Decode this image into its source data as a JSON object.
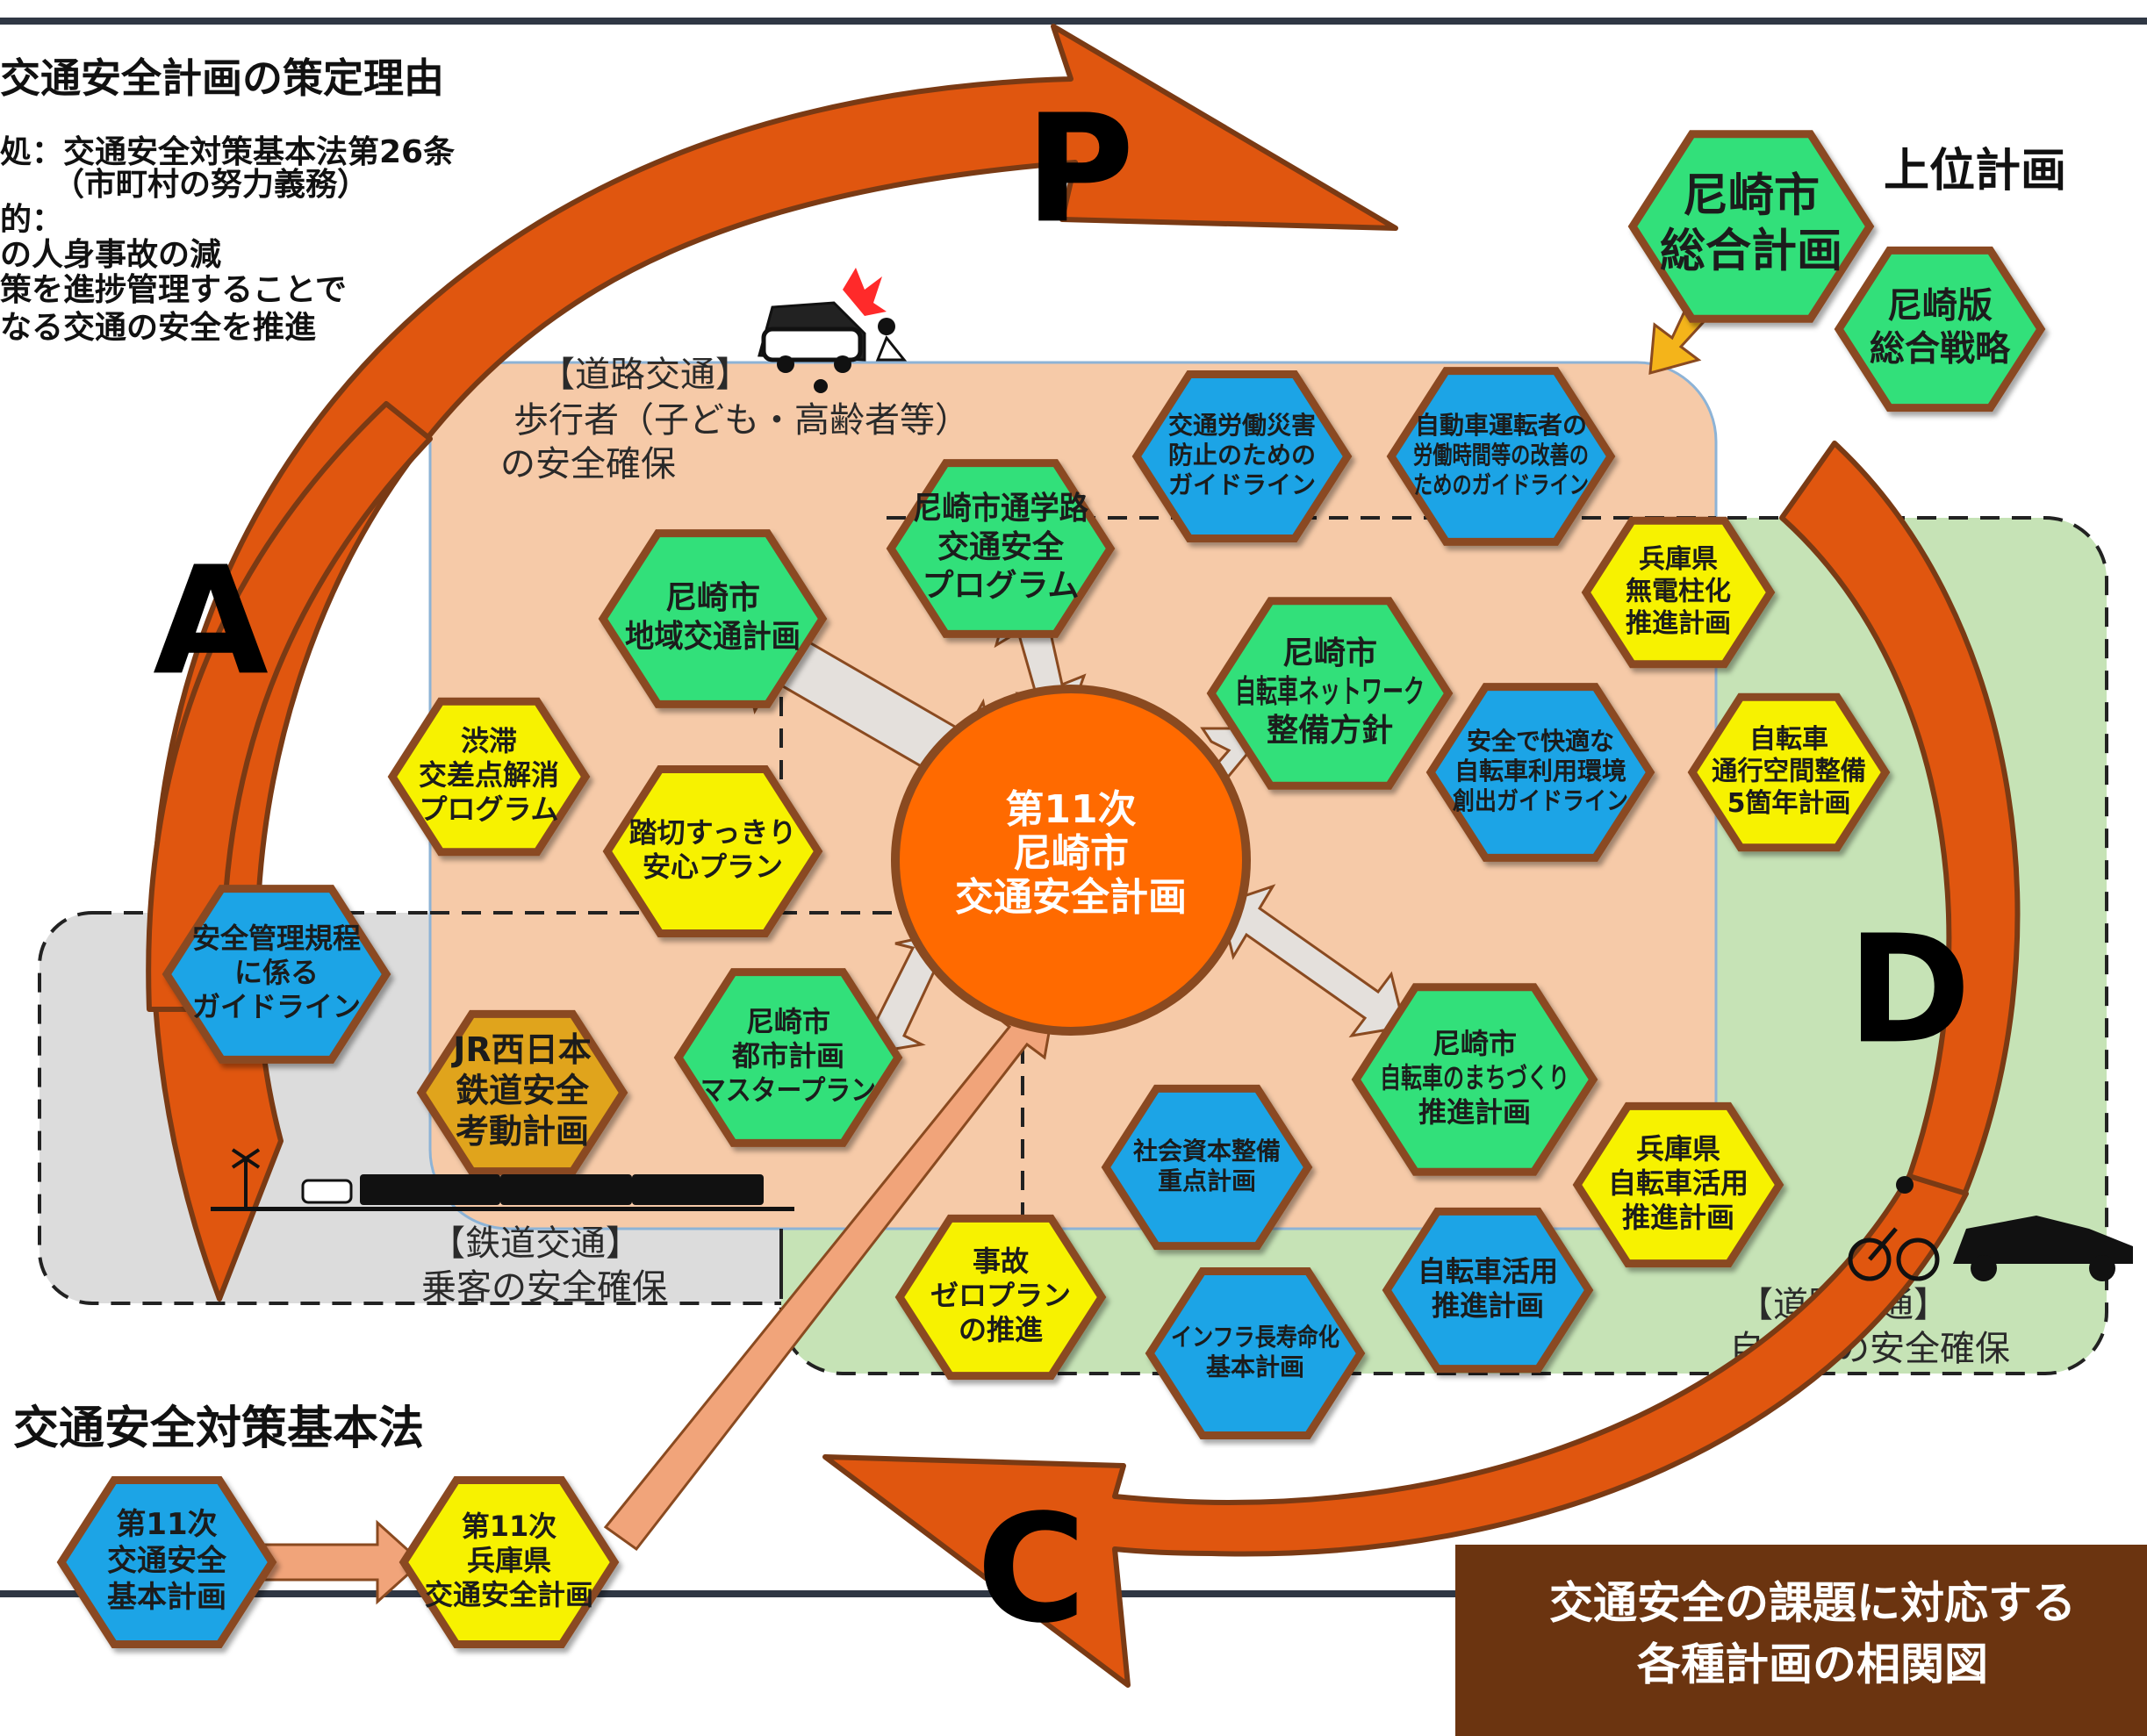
{
  "colors": {
    "green": "#33e07a",
    "yellow": "#f7f200",
    "blue": "#1aa4e6",
    "gold": "#e0a41a",
    "orange": "#ff6a00",
    "hex_border": "#8a4a20",
    "road_zone": "#f6caa8",
    "bike_zone": "#c6e3b6",
    "rail_zone": "#dcdcdc",
    "caption_bg": "#6b3410",
    "cycle_arrow": "#e0560f"
  },
  "header": {
    "title": "交通安全計画の策定理由",
    "line1": "処：交通安全対策基本法第26条",
    "line2": "（市町村の努力義務）",
    "line3": "的：",
    "line4": "の人身事故の減",
    "line5": "策を進捗管理することで",
    "line6": "なる交通の安全を推進"
  },
  "upper_plan_title": "上位計画",
  "law_title": "交通安全対策基本法",
  "cycle": {
    "p": "P",
    "d": "D",
    "c": "C",
    "a": "A"
  },
  "center": {
    "line1": "第11次",
    "line2": "尼崎市",
    "line3": "交通安全計画"
  },
  "zones": {
    "road_ped": {
      "l1": "【道路交通】",
      "l2": "歩行者（子ども・高齢者等）",
      "l3": "の安全確保"
    },
    "rail": {
      "l1": "【鉄道交通】",
      "l2": "乗客の安全確保"
    },
    "road_bike": {
      "l1": "【道路交通】",
      "l2": "自転車の安全確保"
    }
  },
  "caption": {
    "l1": "交通安全の課題に対応する",
    "l2": "各種計画の相関図"
  },
  "hexes": [
    {
      "key": "sogo",
      "color": "green",
      "lines": [
        "尼崎市",
        "総合計画"
      ]
    },
    {
      "key": "senryaku",
      "color": "green",
      "lines": [
        "尼崎版",
        "総合戦略"
      ]
    },
    {
      "key": "rosai",
      "color": "blue",
      "lines": [
        "交通労働災害",
        "防止のための",
        "ガイドライン"
      ]
    },
    {
      "key": "untensha",
      "color": "blue",
      "lines": [
        "自動車運転者の",
        "労働時間等の改善の",
        "ためのガイドライン"
      ]
    },
    {
      "key": "tsugakuro",
      "color": "green",
      "lines": [
        "尼崎市通学路",
        "交通安全",
        "プログラム"
      ]
    },
    {
      "key": "chiiki",
      "color": "green",
      "lines": [
        "尼崎市",
        "地域交通計画"
      ]
    },
    {
      "key": "network",
      "color": "green",
      "lines": [
        "尼崎市",
        "自転車ネットワーク",
        "整備方針"
      ]
    },
    {
      "key": "mudenchu",
      "color": "yellow",
      "lines": [
        "兵庫県",
        "無電柱化",
        "推進計画"
      ]
    },
    {
      "key": "juutai",
      "color": "yellow",
      "lines": [
        "渋滞",
        "交差点解消",
        "プログラム"
      ]
    },
    {
      "key": "fumikiri",
      "color": "yellow",
      "lines": [
        "踏切すっきり",
        "安心プラン"
      ]
    },
    {
      "key": "kaiteki",
      "color": "blue",
      "lines": [
        "安全で快適な",
        "自転車利用環境",
        "創出ガイドライン"
      ]
    },
    {
      "key": "tsuko",
      "color": "yellow",
      "lines": [
        "自転車",
        "通行空間整備",
        "5箇年計画"
      ]
    },
    {
      "key": "anzenkanri",
      "color": "blue",
      "lines": [
        "安全管理規程",
        "に係る",
        "ガイドライン"
      ]
    },
    {
      "key": "jr",
      "color": "gold",
      "lines": [
        "JR西日本",
        "鉄道安全",
        "考動計画"
      ]
    },
    {
      "key": "toshi",
      "color": "green",
      "lines": [
        "尼崎市",
        "都市計画",
        "マスタープラン"
      ]
    },
    {
      "key": "machizukuri",
      "color": "green",
      "lines": [
        "尼崎市",
        "自転車のまちづくり",
        "推進計画"
      ]
    },
    {
      "key": "shakai",
      "color": "blue",
      "lines": [
        "社会資本整備",
        "重点計画"
      ]
    },
    {
      "key": "katsuyo_hyogo",
      "color": "yellow",
      "lines": [
        "兵庫県",
        "自転車活用",
        "推進計画"
      ]
    },
    {
      "key": "jiko",
      "color": "yellow",
      "lines": [
        "事故",
        "ゼロプラン",
        "の推進"
      ]
    },
    {
      "key": "infra",
      "color": "blue",
      "lines": [
        "インフラ長寿命化",
        "基本計画"
      ]
    },
    {
      "key": "katsuyo",
      "color": "blue",
      "lines": [
        "自転車活用",
        "推進計画"
      ]
    },
    {
      "key": "kihon",
      "color": "blue",
      "lines": [
        "第11次",
        "交通安全",
        "基本計画"
      ]
    },
    {
      "key": "hyogo_plan",
      "color": "yellow",
      "lines": [
        "第11次",
        "兵庫県",
        "交通安全計画"
      ]
    }
  ]
}
